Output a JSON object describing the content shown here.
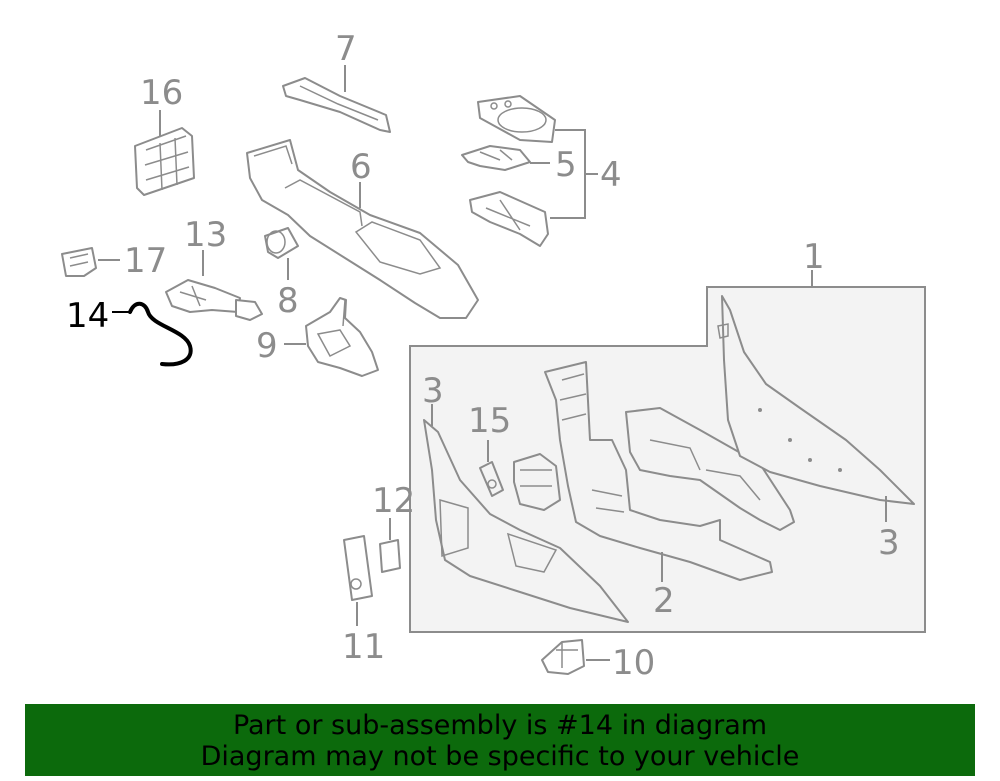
{
  "callouts": {
    "n1": "1",
    "n2": "2",
    "n3a": "3",
    "n3b": "3",
    "n4": "4",
    "n5": "5",
    "n6": "6",
    "n7": "7",
    "n8": "8",
    "n9": "9",
    "n10": "10",
    "n11": "11",
    "n12": "12",
    "n13": "13",
    "n14": "14",
    "n15": "15",
    "n16": "16",
    "n17": "17"
  },
  "highlight_part": "14",
  "colors": {
    "banner_bg": "#0c6a0c",
    "line_art": "#8c8c8c",
    "highlight": "#000000"
  },
  "banner": {
    "line1": "Part or sub-assembly is #14 in diagram",
    "line2": "Diagram may not be specific to your vehicle"
  }
}
